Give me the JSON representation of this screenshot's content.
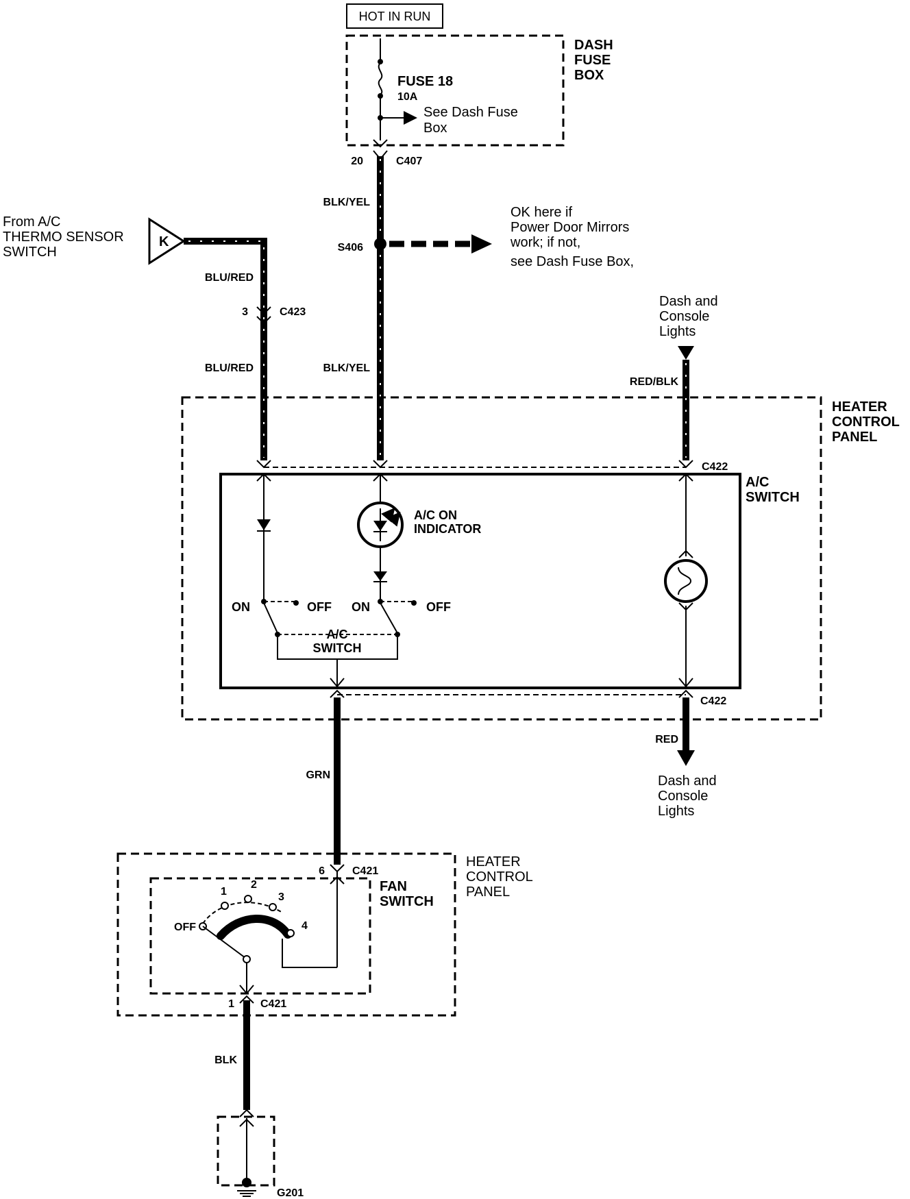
{
  "power": {
    "hot_in_run": "HOT IN RUN",
    "dash_fuse_box": [
      "DASH",
      "FUSE",
      "BOX"
    ],
    "fuse_name": "FUSE 18",
    "fuse_rating": "10A",
    "see_dash_fuse_box": [
      "See Dash Fuse",
      "Box"
    ],
    "c407_pin": "20",
    "c407": "C407"
  },
  "splice": {
    "wire_top": "BLK/YEL",
    "s406": "S406",
    "note": [
      "OK here if",
      "Power Door Mirrors",
      "work; if not,",
      "see Dash Fuse Box,"
    ],
    "wire_bottom": "BLK/YEL"
  },
  "thermo": {
    "source": [
      "From A/C",
      "THERMO SENSOR",
      "SWITCH"
    ],
    "connector_letter": "K",
    "wire_top": "BLU/RED",
    "c423_pin": "3",
    "c423": "C423",
    "wire_bottom": "BLU/RED"
  },
  "lights": {
    "top_label": [
      "Dash and",
      "Console",
      "Lights"
    ],
    "top_wire": "RED/BLK",
    "bottom_wire": "RED",
    "bottom_label": [
      "Dash and",
      "Console",
      "Lights"
    ]
  },
  "heater_panel_top": {
    "title": [
      "HEATER",
      "CONTROL",
      "PANEL"
    ],
    "c422_top": "C422",
    "c422_bottom": "C422",
    "ac_switch_title": [
      "A/C",
      "SWITCH"
    ],
    "indicator": [
      "A/C ON",
      "INDICATOR"
    ],
    "on1": "ON",
    "off1": "OFF",
    "on2": "ON",
    "off2": "OFF",
    "inner_switch": [
      "A/C",
      "SWITCH"
    ]
  },
  "grn_wire": "GRN",
  "heater_panel_bottom": {
    "title": [
      "HEATER",
      "CONTROL",
      "PANEL"
    ],
    "c421_top_pin": "6",
    "c421_top": "C421",
    "fan_switch": [
      "FAN",
      "SWITCH"
    ],
    "positions": [
      "OFF",
      "1",
      "2",
      "3",
      "4"
    ],
    "c421_bottom_pin": "1",
    "c421_bottom": "C421"
  },
  "ground": {
    "wire": "BLK",
    "g201": "G201"
  }
}
